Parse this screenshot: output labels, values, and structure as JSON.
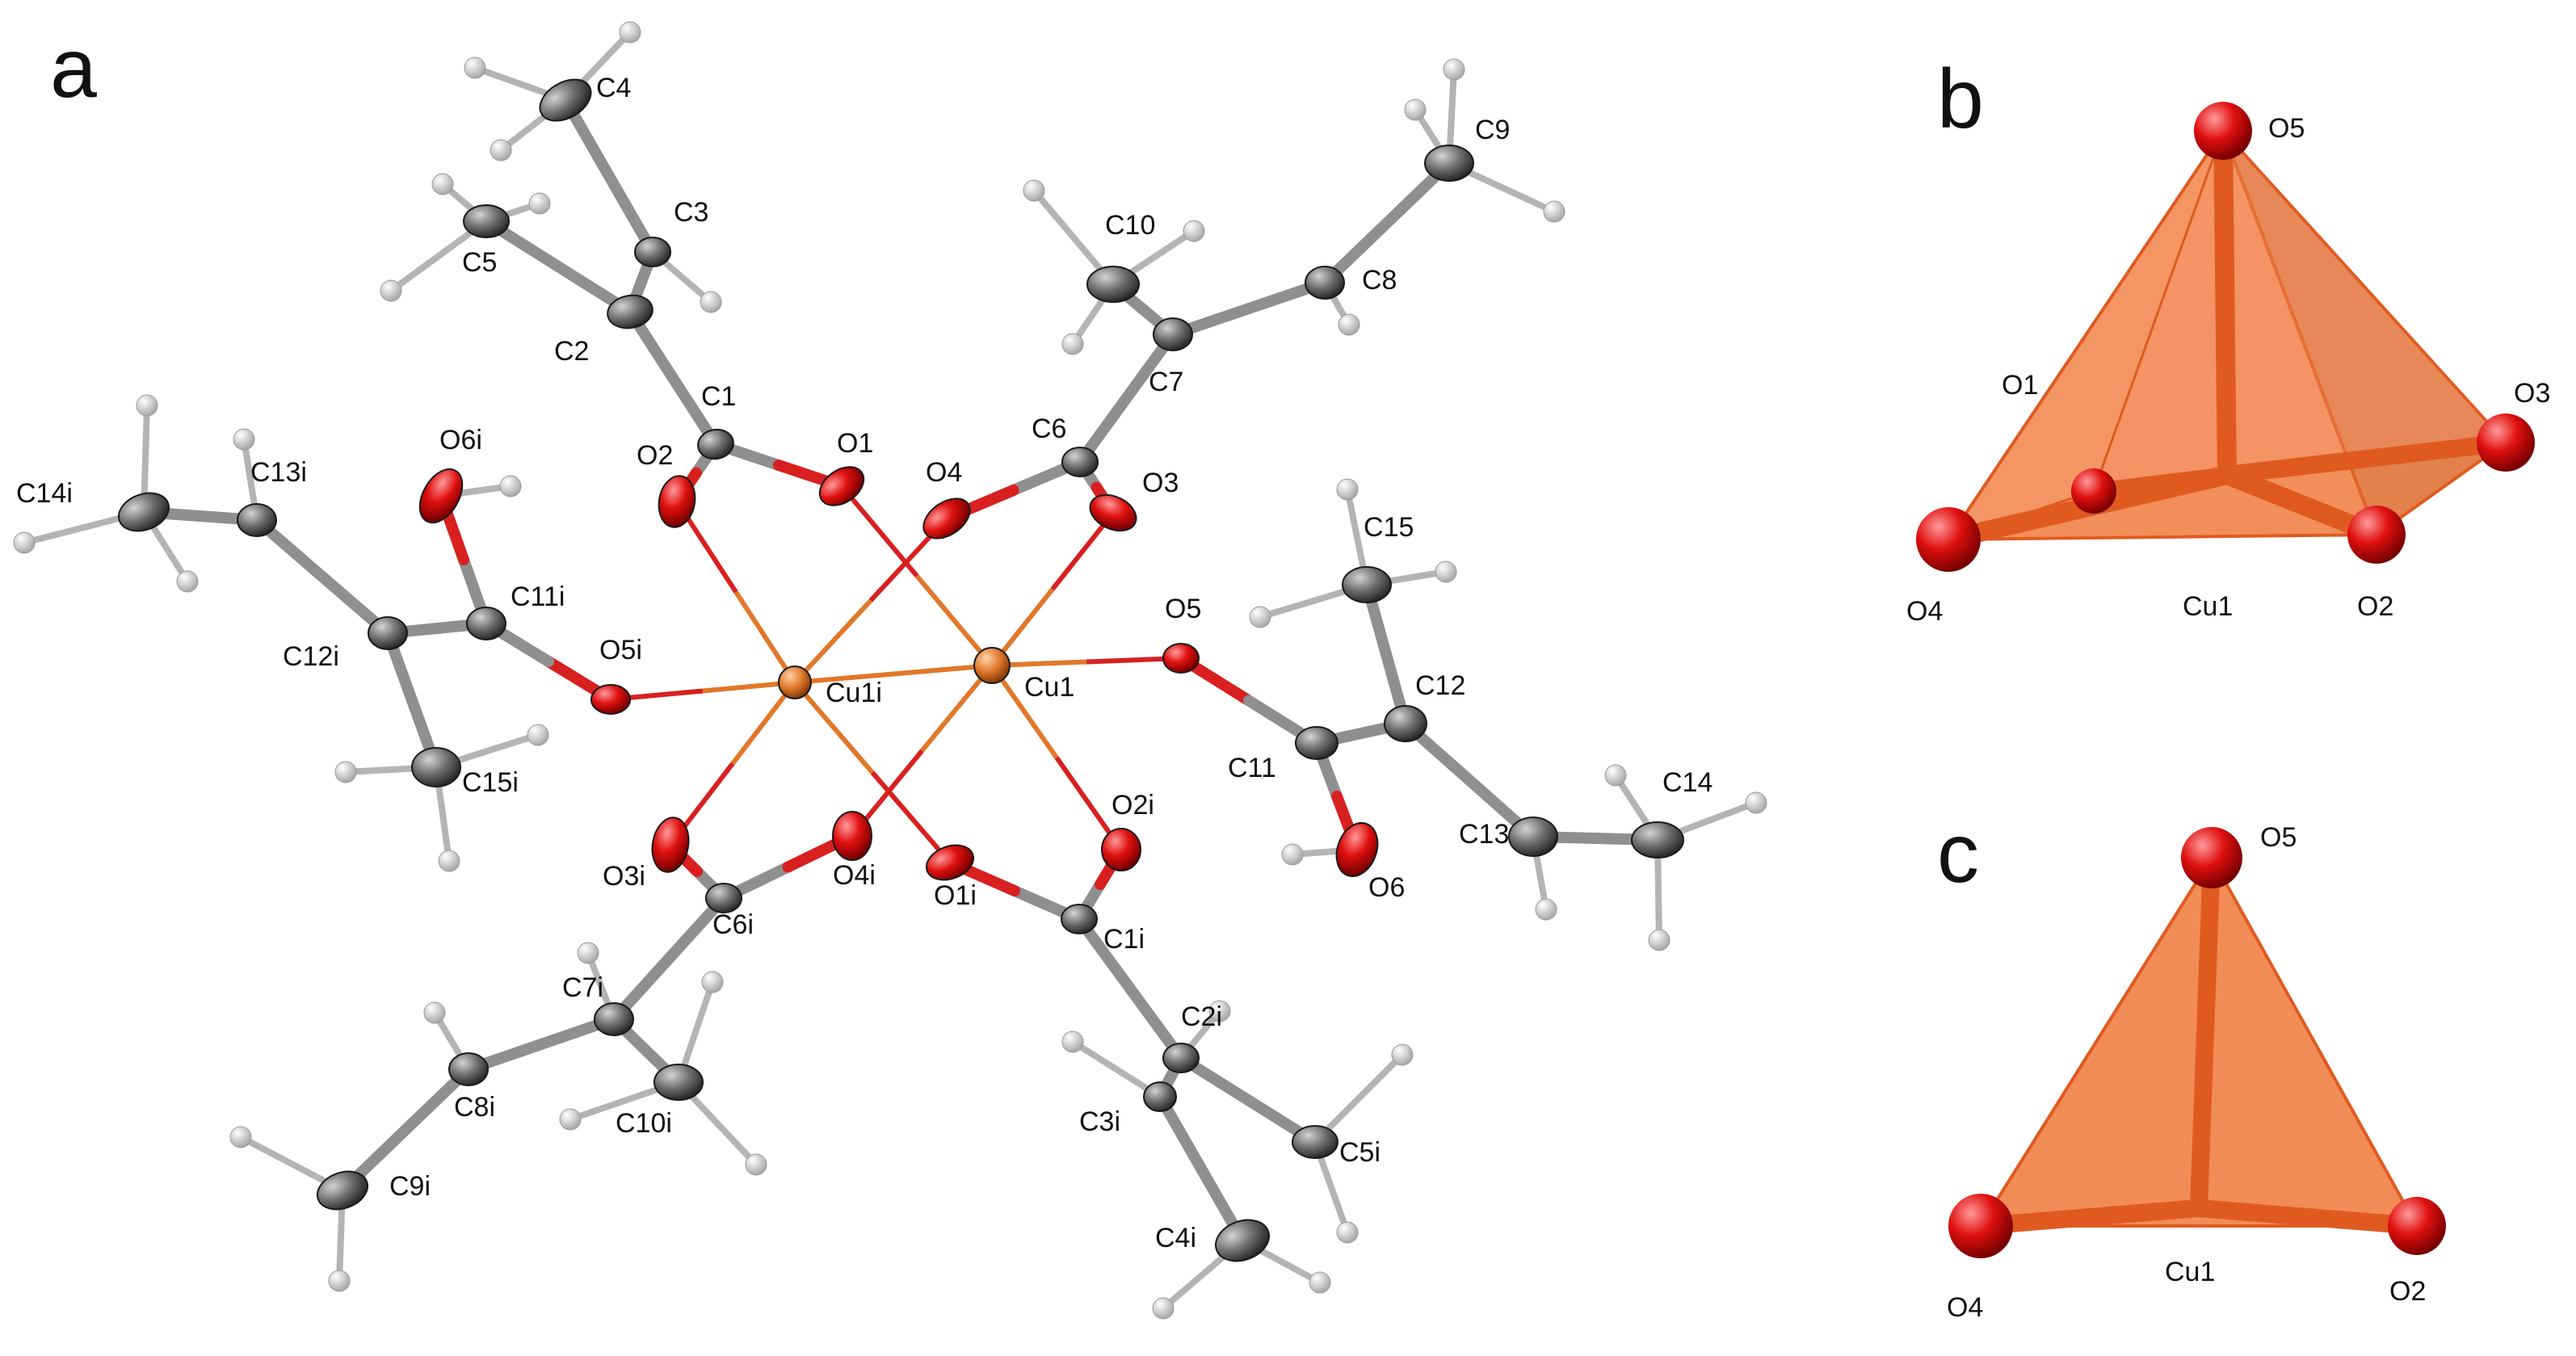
{
  "panels": [
    {
      "id": "a",
      "label": "a"
    },
    {
      "id": "b",
      "label": "b"
    },
    {
      "id": "c",
      "label": "c"
    }
  ],
  "colors": {
    "carbon": "#6d6d6d",
    "oxygen": "#e01010",
    "copper": "#e0782a",
    "hydrogen": "#e6e6e6",
    "carbon_bond": "#8f8f8f",
    "oxygen_bond": "#d82020",
    "polyhedron_fill": "#f07838",
    "polyhedron_edge": "#e05a20"
  },
  "panel_a": {
    "atoms": [
      {
        "id": "Cu1",
        "element": "Cu",
        "label": "Cu1"
      },
      {
        "id": "Cu1i",
        "element": "Cu",
        "label": "Cu1i"
      },
      {
        "id": "O1",
        "element": "O",
        "label": "O1"
      },
      {
        "id": "O2",
        "element": "O",
        "label": "O2"
      },
      {
        "id": "O3",
        "element": "O",
        "label": "O3"
      },
      {
        "id": "O4",
        "element": "O",
        "label": "O4"
      },
      {
        "id": "O5",
        "element": "O",
        "label": "O5"
      },
      {
        "id": "O6",
        "element": "O",
        "label": "O6"
      },
      {
        "id": "O1i",
        "element": "O",
        "label": "O1i"
      },
      {
        "id": "O2i",
        "element": "O",
        "label": "O2i"
      },
      {
        "id": "O3i",
        "element": "O",
        "label": "O3i"
      },
      {
        "id": "O4i",
        "element": "O",
        "label": "O4i"
      },
      {
        "id": "O5i",
        "element": "O",
        "label": "O5i"
      },
      {
        "id": "O6i",
        "element": "O",
        "label": "O6i"
      },
      {
        "id": "C1",
        "element": "C",
        "label": "C1"
      },
      {
        "id": "C2",
        "element": "C",
        "label": "C2"
      },
      {
        "id": "C3",
        "element": "C",
        "label": "C3"
      },
      {
        "id": "C4",
        "element": "C",
        "label": "C4"
      },
      {
        "id": "C5",
        "element": "C",
        "label": "C5"
      },
      {
        "id": "C6",
        "element": "C",
        "label": "C6"
      },
      {
        "id": "C7",
        "element": "C",
        "label": "C7"
      },
      {
        "id": "C8",
        "element": "C",
        "label": "C8"
      },
      {
        "id": "C9",
        "element": "C",
        "label": "C9"
      },
      {
        "id": "C10",
        "element": "C",
        "label": "C10"
      },
      {
        "id": "C11",
        "element": "C",
        "label": "C11"
      },
      {
        "id": "C12",
        "element": "C",
        "label": "C12"
      },
      {
        "id": "C13",
        "element": "C",
        "label": "C13"
      },
      {
        "id": "C14",
        "element": "C",
        "label": "C14"
      },
      {
        "id": "C15",
        "element": "C",
        "label": "C15"
      },
      {
        "id": "C1i",
        "element": "C",
        "label": "C1i"
      },
      {
        "id": "C2i",
        "element": "C",
        "label": "C2i"
      },
      {
        "id": "C3i",
        "element": "C",
        "label": "C3i"
      },
      {
        "id": "C4i",
        "element": "C",
        "label": "C4i"
      },
      {
        "id": "C5i",
        "element": "C",
        "label": "C5i"
      },
      {
        "id": "C6i",
        "element": "C",
        "label": "C6i"
      },
      {
        "id": "C7i",
        "element": "C",
        "label": "C7i"
      },
      {
        "id": "C8i",
        "element": "C",
        "label": "C8i"
      },
      {
        "id": "C9i",
        "element": "C",
        "label": "C9i"
      },
      {
        "id": "C10i",
        "element": "C",
        "label": "C10i"
      },
      {
        "id": "C11i",
        "element": "C",
        "label": "C11i"
      },
      {
        "id": "C12i",
        "element": "C",
        "label": "C12i"
      },
      {
        "id": "C13i",
        "element": "C",
        "label": "C13i"
      },
      {
        "id": "C14i",
        "element": "C",
        "label": "C14i"
      },
      {
        "id": "C15i",
        "element": "C",
        "label": "C15i"
      }
    ],
    "bonds": [
      [
        "C4",
        "C3"
      ],
      [
        "C3",
        "C2"
      ],
      [
        "C2",
        "C5"
      ],
      [
        "C2",
        "C1"
      ],
      [
        "C1",
        "O2"
      ],
      [
        "C1",
        "O1"
      ],
      [
        "C9",
        "C8"
      ],
      [
        "C8",
        "C7"
      ],
      [
        "C7",
        "C10"
      ],
      [
        "C7",
        "C6"
      ],
      [
        "C6",
        "O4"
      ],
      [
        "C6",
        "O3"
      ],
      [
        "O5",
        "C11"
      ],
      [
        "C11",
        "O6"
      ],
      [
        "C11",
        "C12"
      ],
      [
        "C12",
        "C15"
      ],
      [
        "C12",
        "C13"
      ],
      [
        "C13",
        "C14"
      ],
      [
        "C4i",
        "C3i"
      ],
      [
        "C3i",
        "C2i"
      ],
      [
        "C2i",
        "C5i"
      ],
      [
        "C2i",
        "C1i"
      ],
      [
        "C1i",
        "O2i"
      ],
      [
        "C1i",
        "O1i"
      ],
      [
        "C9i",
        "C8i"
      ],
      [
        "C8i",
        "C7i"
      ],
      [
        "C7i",
        "C10i"
      ],
      [
        "C7i",
        "C6i"
      ],
      [
        "C6i",
        "O4i"
      ],
      [
        "C6i",
        "O3i"
      ],
      [
        "O5i",
        "C11i"
      ],
      [
        "C11i",
        "O6i"
      ],
      [
        "C11i",
        "C12i"
      ],
      [
        "C12i",
        "C15i"
      ],
      [
        "C12i",
        "C13i"
      ],
      [
        "C13i",
        "C14i"
      ]
    ],
    "coordination_bonds": [
      [
        "Cu1",
        "O3"
      ],
      [
        "Cu1",
        "O1"
      ],
      [
        "Cu1",
        "O5"
      ],
      [
        "Cu1",
        "O2i"
      ],
      [
        "Cu1",
        "O4i"
      ],
      [
        "Cu1i",
        "O2"
      ],
      [
        "Cu1i",
        "O4"
      ],
      [
        "Cu1i",
        "O5i"
      ],
      [
        "Cu1i",
        "O3i"
      ],
      [
        "Cu1i",
        "O1i"
      ],
      [
        "Cu1",
        "Cu1i"
      ]
    ]
  },
  "panel_b": {
    "labels": [
      "O5",
      "O1",
      "O3",
      "O4",
      "Cu1",
      "O2"
    ]
  },
  "panel_c": {
    "labels": [
      "O5",
      "O4",
      "Cu1",
      "O2"
    ]
  }
}
